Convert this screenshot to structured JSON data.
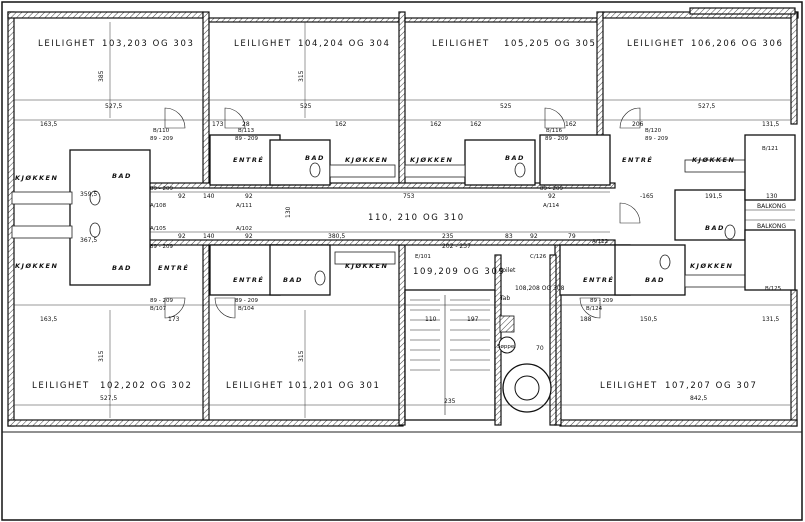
{
  "apartments": {
    "a1": "LEILIGHET",
    "a1_num": "103,203 OG 303",
    "a2": "LEILIGHET",
    "a2_num": "104,204 OG 304",
    "a3": "LEILIGHET",
    "a3_num": "105,205 OG 305",
    "a4": "LEILIGHET",
    "a4_num": "106,206 OG 306",
    "a5": "LEILIGHET",
    "a5_num": "102,202 OG 302",
    "a6": "LEILIGHET",
    "a6_num": "101,201 OG 301",
    "a7": "LEILIGHET",
    "a7_num": "107,207 OG 307"
  },
  "rooms": {
    "kjokken": "KJØKKEN",
    "bad": "BAD",
    "entre": "ENTRÉ",
    "balkong": "BALKONG",
    "corridor": "110, 210 OG 310",
    "stair": "109,209 OG 309",
    "lift": "108,208 OG 308",
    "toilet": "toilet",
    "tab": "Tab",
    "sappen": "Søppel"
  },
  "dims": {
    "d385": "385",
    "d315": "315",
    "d5275": "527,5",
    "d525": "525",
    "d1635": "163,5",
    "d173": "173",
    "d28": "28",
    "d162": "162",
    "d206": "206",
    "d1315": "131,5",
    "d753": "753",
    "d3805": "380,5",
    "d235": "235",
    "d92": "92",
    "d140": "140",
    "d130": "130",
    "d165": "-165",
    "d1505": "150,5",
    "d188": "188",
    "d8425": "842,5",
    "d110": "110",
    "d197": "197",
    "d1915": "191,5",
    "d202237": "202 - 237",
    "d3595": "359,5",
    "d3675": "367,5",
    "d83": "83",
    "d79": "79",
    "d70": "70"
  },
  "doors": {
    "b110": "B/110",
    "b113": "B/113",
    "b116": "B/116",
    "b120": "B/120",
    "b121": "B/121",
    "a108": "A/108",
    "a105": "A/105",
    "a102": "A/102",
    "a111": "A/111",
    "a114": "A/114",
    "a122": "A/122",
    "b107": "B/107",
    "b104": "B/104",
    "b124": "B/124",
    "b125": "B/125",
    "c126": "C/126",
    "e101": "E/101",
    "d8920": "89 - 209"
  }
}
